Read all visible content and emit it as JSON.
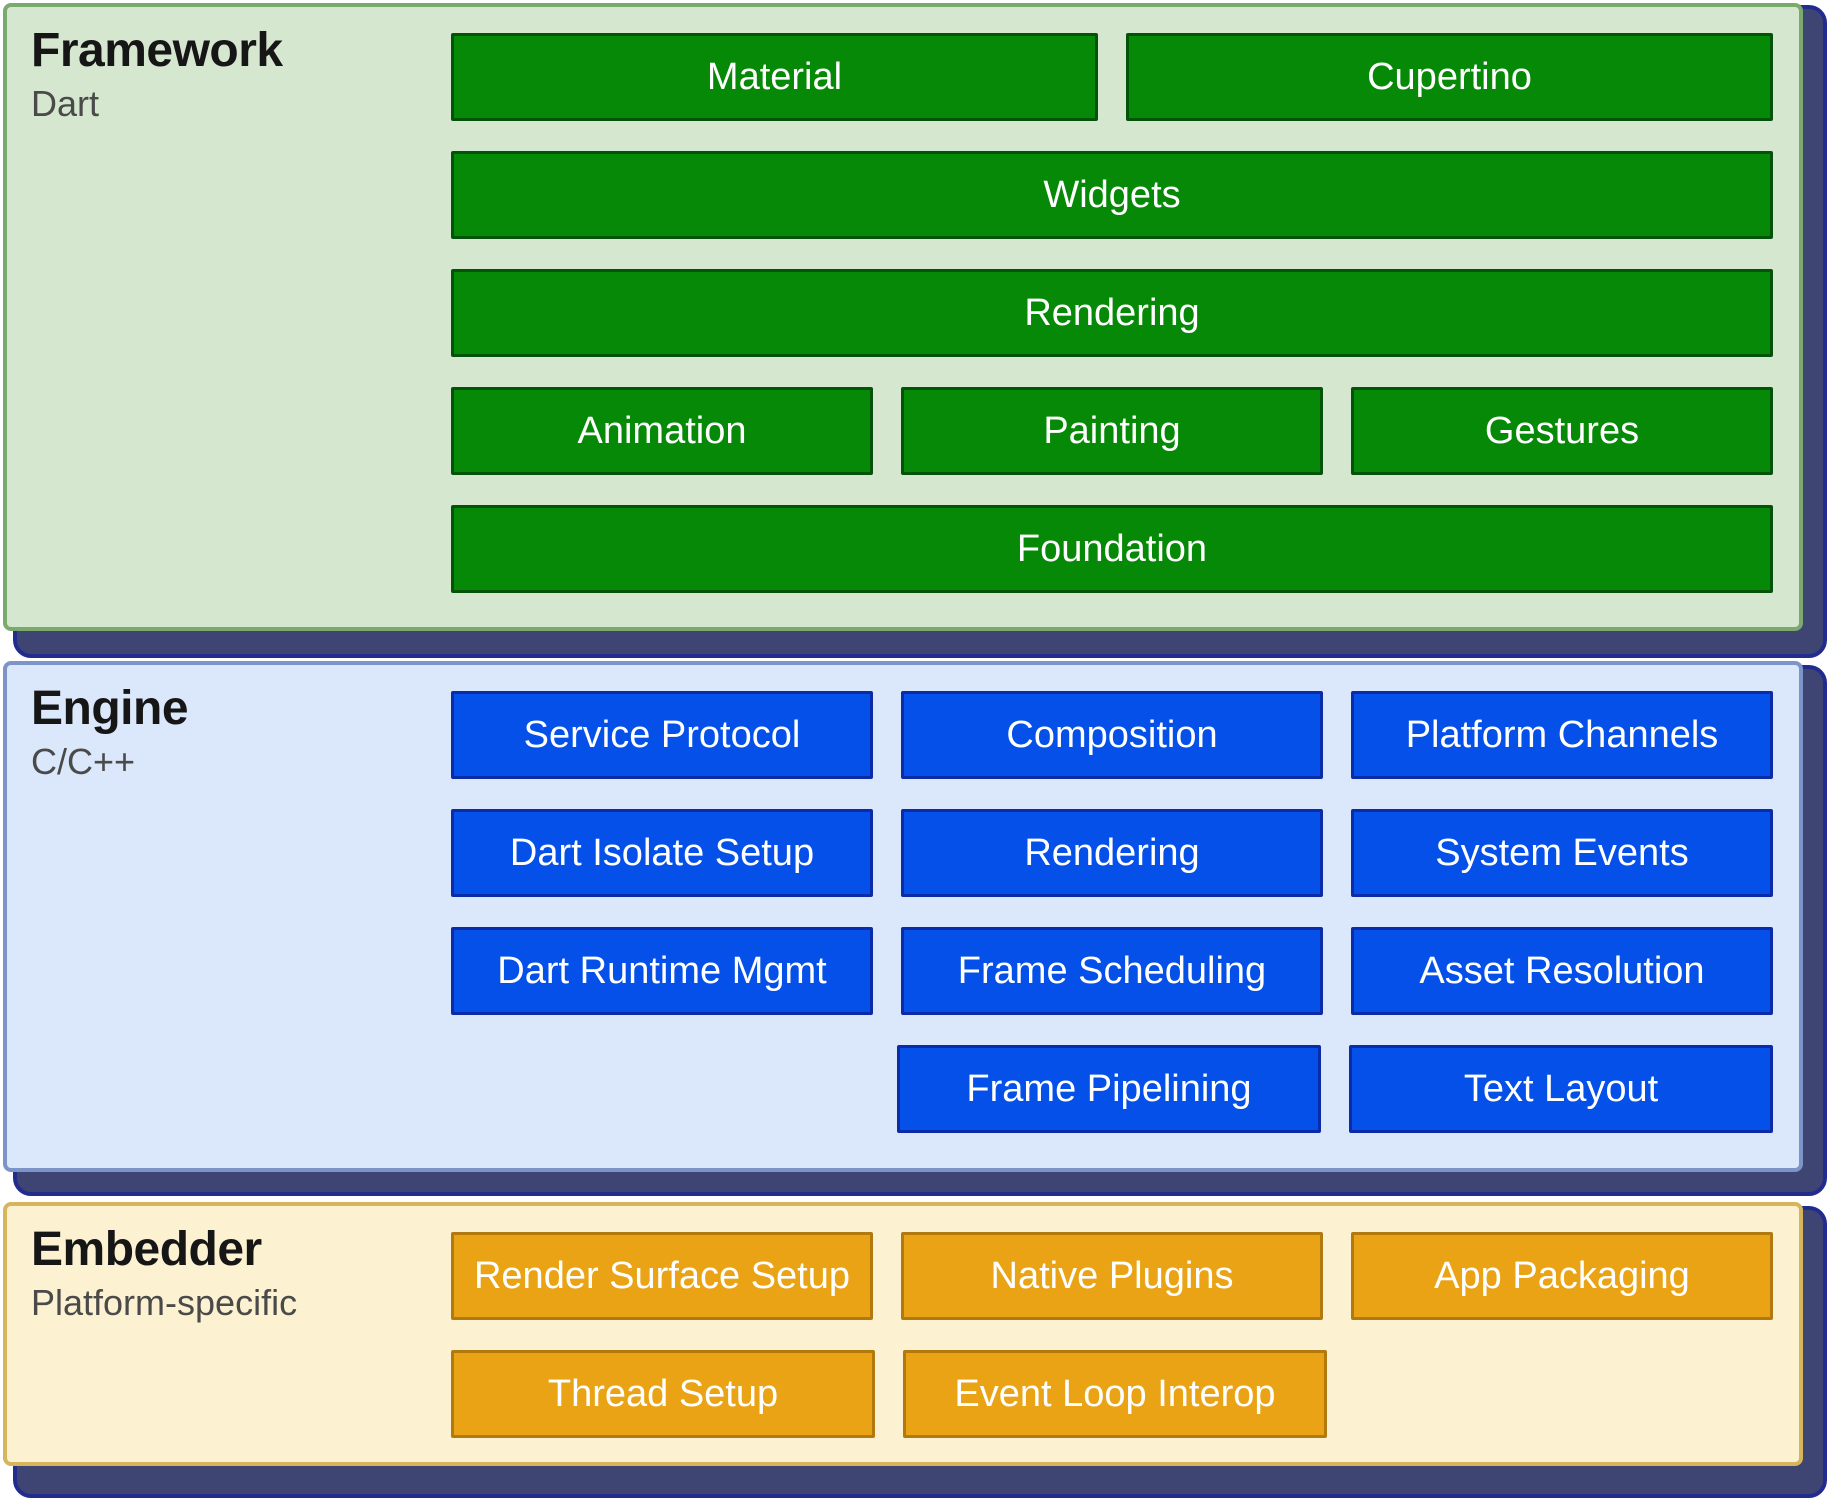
{
  "backdrop": {
    "bg": "#3e4573",
    "border": "#212c8e"
  },
  "text_colors": {
    "title": "#161616",
    "subtitle": "#4a4a4a"
  },
  "sections": [
    {
      "id": "framework",
      "title": "Framework",
      "subtitle": "Dart",
      "colors": {
        "bg": "#d6e7d0",
        "border": "#7caa6e",
        "box_bg": "#068906",
        "box_border": "#05520a",
        "box_text": "#ffffff"
      },
      "rows": [
        [
          "Material",
          "Cupertino"
        ],
        [
          "Widgets"
        ],
        [
          "Rendering"
        ],
        [
          "Animation",
          "Painting",
          "Gestures"
        ],
        [
          "Foundation"
        ]
      ]
    },
    {
      "id": "engine",
      "title": "Engine",
      "subtitle": "C/C++",
      "colors": {
        "bg": "#dbe7fa",
        "border": "#7d94c9",
        "box_bg": "#0450e8",
        "box_border": "#0c2ba8",
        "box_text": "#ffffff"
      },
      "rows": [
        [
          "Service Protocol",
          "Composition",
          "Platform Channels"
        ],
        [
          "Dart Isolate Setup",
          "Rendering",
          "System Events"
        ],
        [
          "Dart Runtime Mgmt",
          "Frame Scheduling",
          "Asset Resolution"
        ],
        [
          "",
          "Frame Pipelining",
          "Text Layout"
        ]
      ]
    },
    {
      "id": "embedder",
      "title": "Embedder",
      "subtitle": "Platform-specific",
      "colors": {
        "bg": "#fcf1d0",
        "border": "#d7b55c",
        "box_bg": "#e9a315",
        "box_border": "#b27a0e",
        "box_text": "#ffffff"
      },
      "rows": [
        [
          "Render Surface Setup",
          "Native Plugins",
          "App Packaging"
        ],
        [
          "Thread Setup",
          "Event Loop Interop",
          ""
        ]
      ]
    }
  ]
}
